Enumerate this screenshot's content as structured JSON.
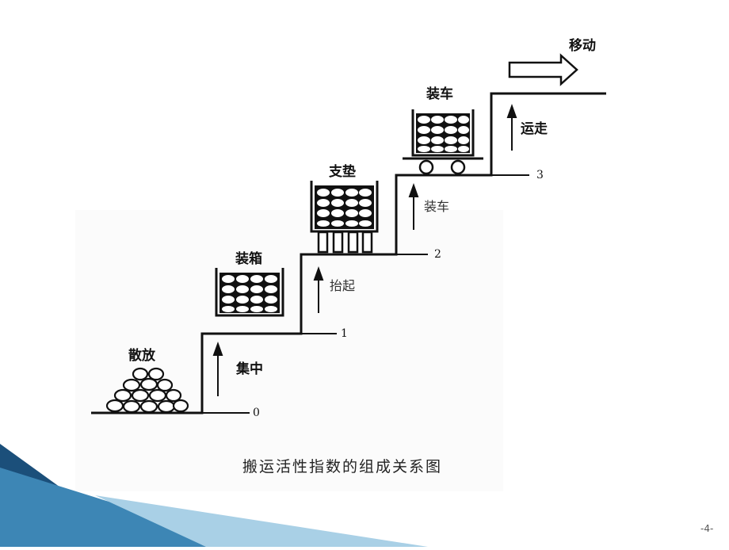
{
  "diagram": {
    "caption": "搬运活性指数的组成关系图",
    "page_number": "-4-",
    "stages": [
      {
        "name": "散放",
        "index": "0"
      },
      {
        "name": "装箱",
        "index": "1"
      },
      {
        "name": "支垫",
        "index": "2"
      },
      {
        "name": "装车",
        "index": "3"
      }
    ],
    "transitions": [
      "集中",
      "抬起",
      "装车",
      "运走"
    ],
    "move_label": "移动"
  },
  "colors": {
    "line": "#111111",
    "slide_band_dark": "#1b4f7a",
    "slide_band_light": "#7fb6d6"
  }
}
